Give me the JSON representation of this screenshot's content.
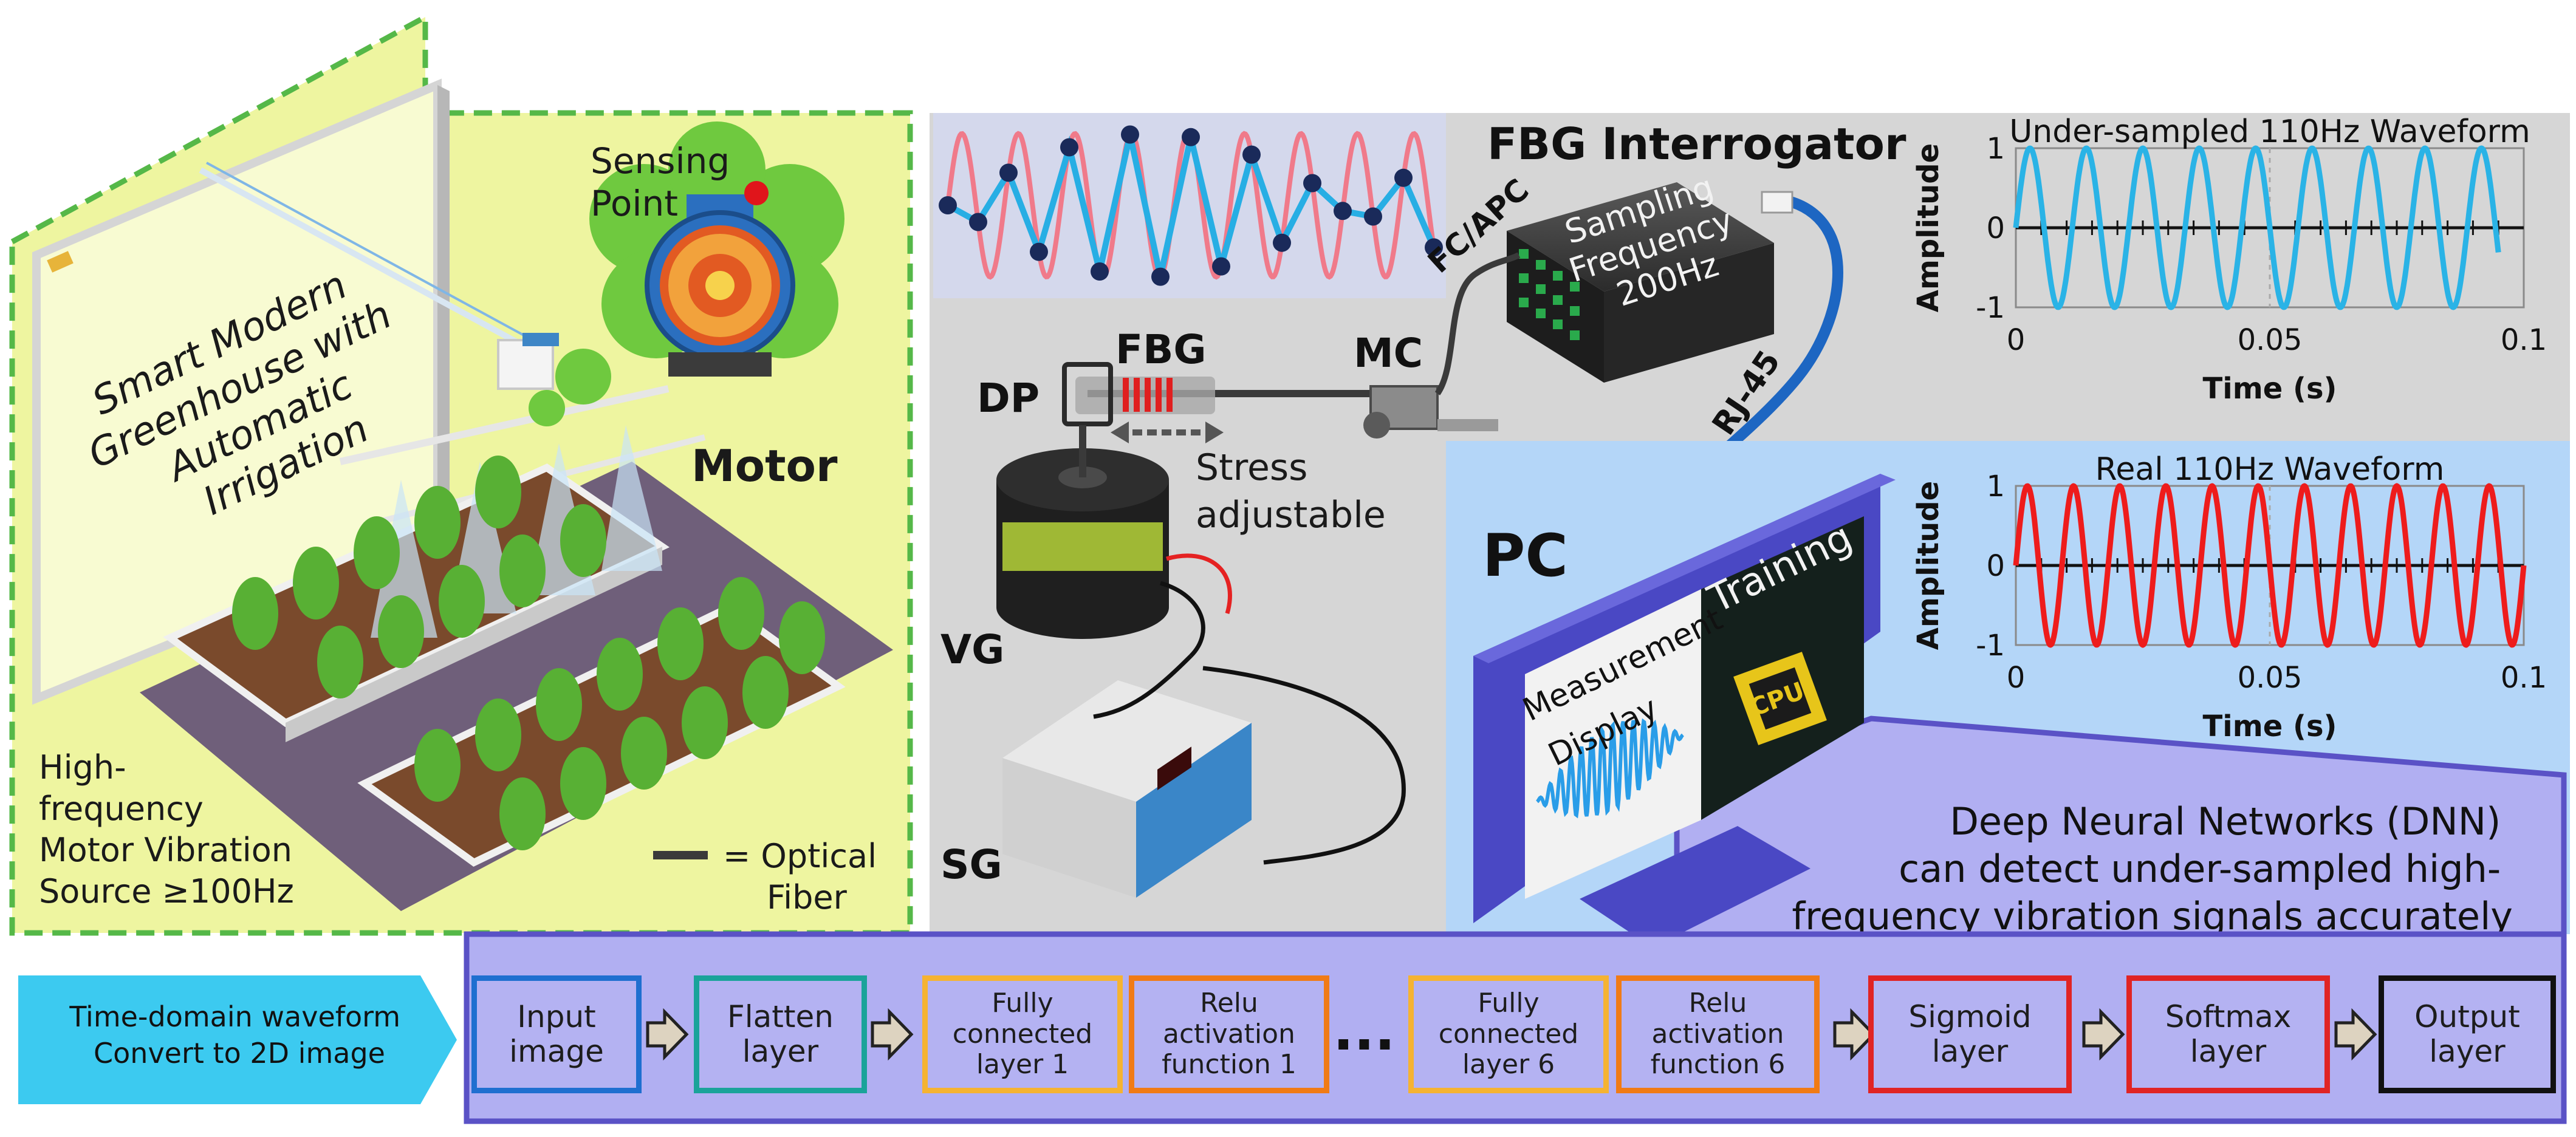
{
  "greenhouse": {
    "title_lines": [
      "Smart Modern",
      "Greenhouse with",
      "Automatic",
      "Irrigation"
    ],
    "sensing_point_lines": [
      "Sensing",
      "Point"
    ],
    "motor_label": "Motor",
    "source_lines": [
      "High-",
      "frequency",
      "Motor Vibration",
      "Source ≥100Hz"
    ],
    "legend_lines": [
      "= Optical",
      "Fiber"
    ]
  },
  "setup": {
    "fbg": "FBG",
    "dp": "DP",
    "mc": "MC",
    "vg": "VG",
    "sg": "SG",
    "stress_lines": [
      "Stress",
      "adjustable"
    ],
    "interrogator_title": "FBG Interrogator",
    "sampling_lines": [
      "Sampling",
      "Frequency",
      "200Hz"
    ],
    "fc_apc": "FC/APC",
    "rj45": "RJ-45",
    "pc": "PC",
    "screen_measure": "Measurement",
    "screen_display": "Display",
    "screen_training": "Training",
    "cpu": "CPU",
    "dnn_lines": [
      "Deep Neural Networks (DNN)",
      "can detect under-sampled high-",
      "frequency vibration signals accurately"
    ]
  },
  "charts": [
    {
      "type": "line",
      "title": "Under-sampled 110Hz Waveform",
      "xlabel": "Time (s)",
      "ylabel": "Amplitude",
      "xlim": [
        0,
        0.1
      ],
      "ylim": [
        -1,
        1
      ],
      "xticks": [
        "0",
        "0.05",
        "0.1"
      ],
      "yticks": [
        "1",
        "0",
        "-1"
      ],
      "series": [
        {
          "frequency_hz": 90,
          "x_end": 0.095,
          "color": "#2ab3e6"
        }
      ]
    },
    {
      "type": "line",
      "title": "Real 110Hz Waveform",
      "xlabel": "Time (s)",
      "ylabel": "Amplitude",
      "xlim": [
        0,
        0.1
      ],
      "ylim": [
        -1,
        1
      ],
      "xticks": [
        "0",
        "0.05",
        "0.1"
      ],
      "yticks": [
        "1",
        "0",
        "-1"
      ],
      "series": [
        {
          "frequency_hz": 110,
          "x_end": 0.1,
          "color": "#ee1c1c"
        }
      ]
    }
  ],
  "pipeline": {
    "start": [
      "Time-domain waveform",
      "Convert to 2D image"
    ],
    "ellipsis": "...",
    "blocks": [
      {
        "label": "Input\nimage",
        "border": "#1f6fd0"
      },
      {
        "label": "Flatten\nlayer",
        "border": "#1aa39a"
      },
      {
        "label": "Fully\nconnected\nlayer 1",
        "border": "#f5b332"
      },
      {
        "label": "Relu\nactivation\nfunction 1",
        "border": "#f07b16"
      },
      {
        "label": "Fully\nconnected\nlayer 6",
        "border": "#f5b332"
      },
      {
        "label": "Relu\nactivation\nfunction 6",
        "border": "#f07b16"
      },
      {
        "label": "Sigmoid\nlayer",
        "border": "#e02424"
      },
      {
        "label": "Softmax\nlayer",
        "border": "#e02424"
      },
      {
        "label": "Output\nlayer",
        "border": "#111111"
      }
    ]
  },
  "colors": {
    "greenhouse_bg": "#eef5a0",
    "setup_bg": "#d6d6d6",
    "pc_bg": "#b4d6f8",
    "dnn_bg": "#b1aff2",
    "start_arrow": "#3ccaf0",
    "sampled_wave": "#2ab3e6",
    "real_wave": "#ee1c1c"
  }
}
